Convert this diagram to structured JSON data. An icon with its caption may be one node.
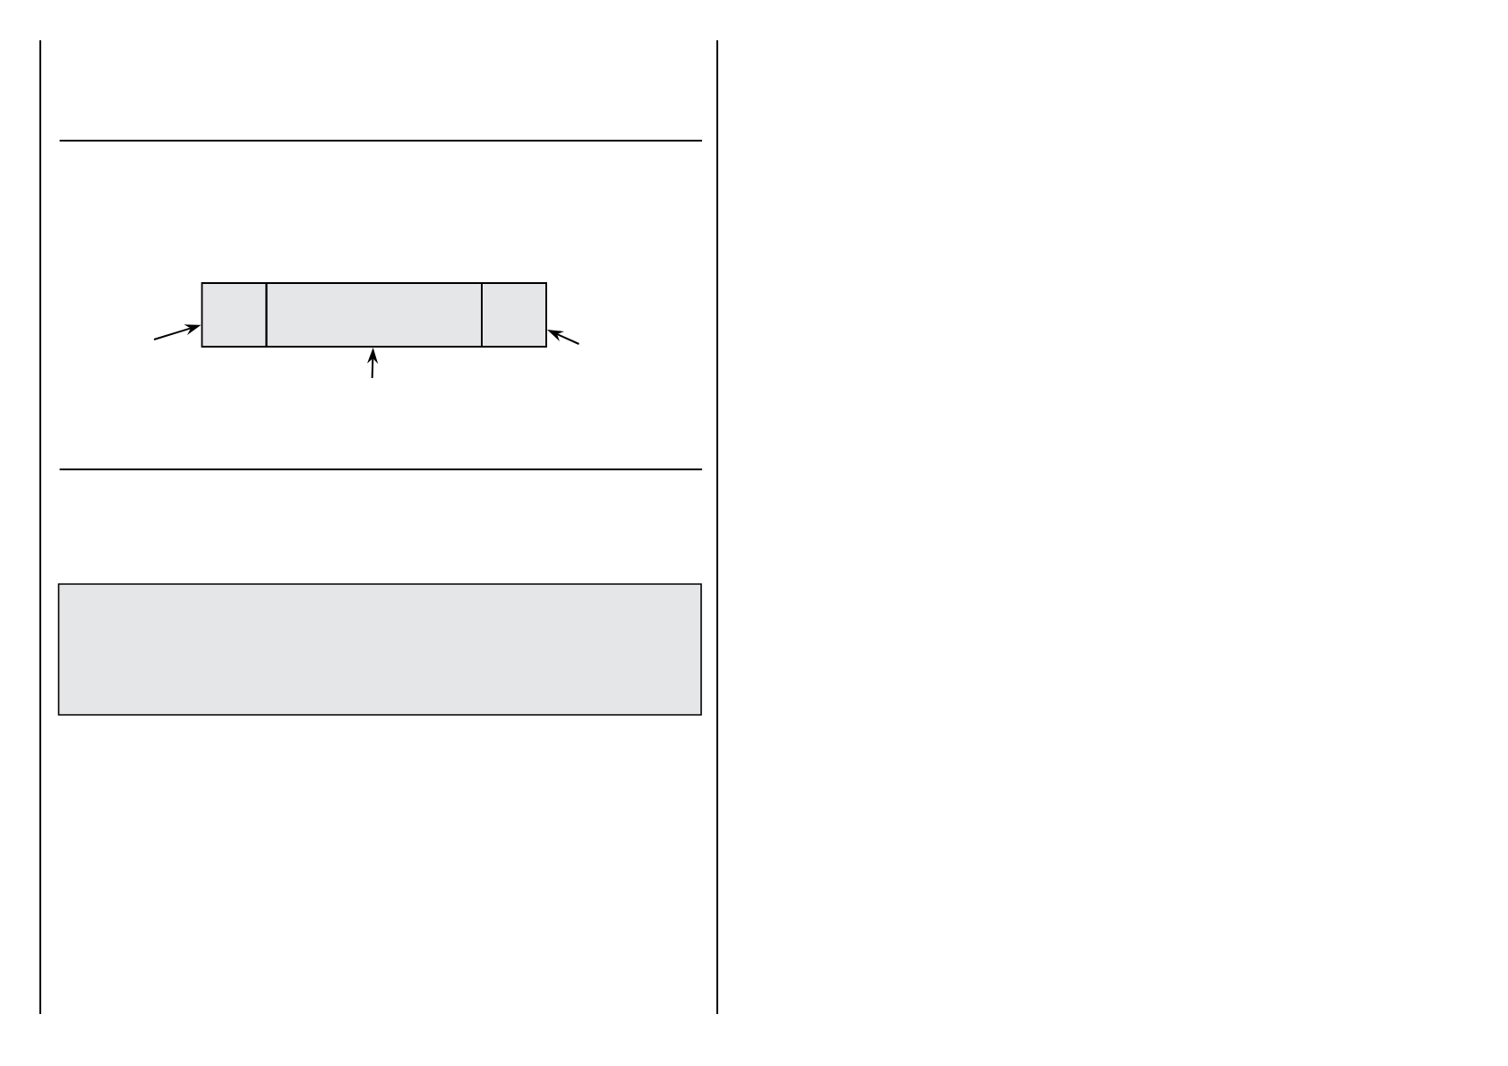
{
  "diagram": {
    "nodes": [
      {
        "text": [],
        "shape": "bar"
      },
      {
        "text": [],
        "shape": "box",
        "in": 0
      },
      {
        "text": [],
        "shape": "box",
        "in": 0
      },
      {
        "text": [],
        "shape": "box",
        "in": 0
      }
    ],
    "edges": [
      {
        "from": null,
        "to": 1,
        "arrow": "to"
      },
      {
        "from": null,
        "to": 2,
        "arrow": "to"
      },
      {
        "from": null,
        "to": 3,
        "arrow": "to"
      }
    ]
  }
}
